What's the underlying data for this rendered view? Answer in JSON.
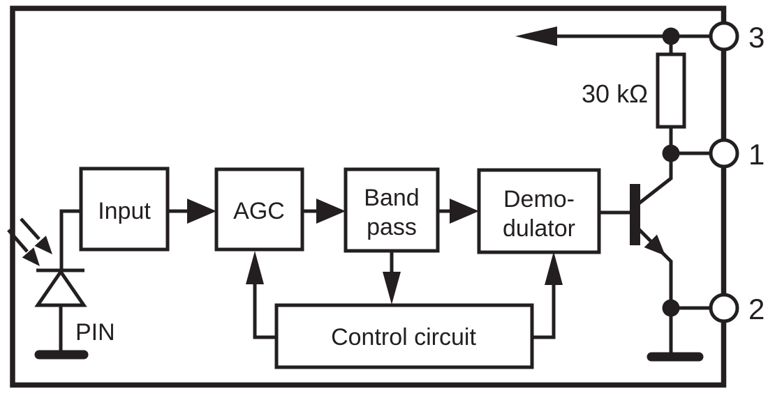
{
  "diagram": {
    "colors": {
      "ink": "#231f20",
      "background": "#ffffff"
    },
    "blocks": {
      "input": {
        "label": "Input"
      },
      "agc": {
        "label": "AGC"
      },
      "bandpass": {
        "line1": "Band",
        "line2": "pass"
      },
      "demodulator": {
        "line1": "Demo-",
        "line2": "dulator"
      },
      "control": {
        "label": "Control circuit"
      }
    },
    "components": {
      "resistor_label": "30 kΩ",
      "photodiode_label": "PIN"
    },
    "pins": {
      "pin3": "3",
      "pin1": "1",
      "pin2": "2"
    }
  }
}
